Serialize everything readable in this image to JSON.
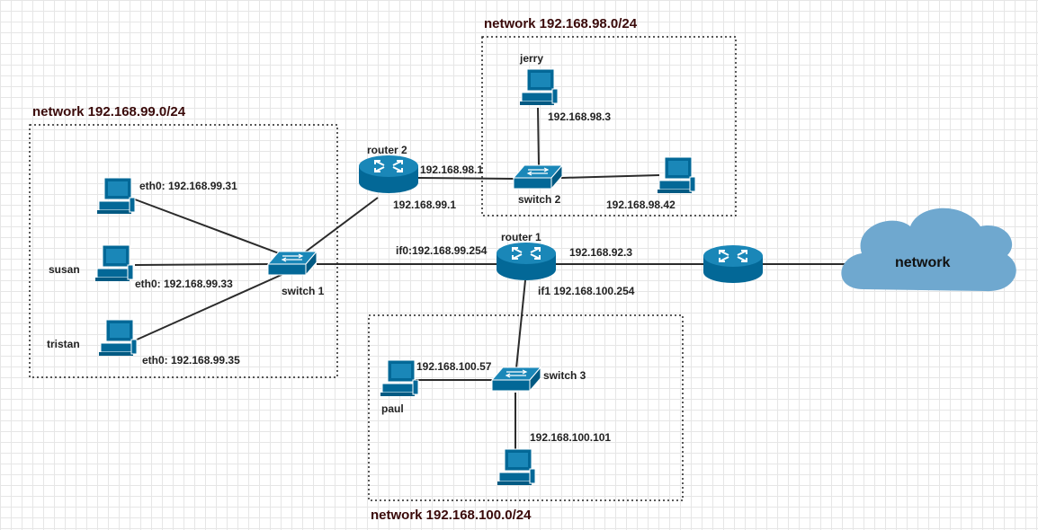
{
  "networks": {
    "net99": "network 192.168.99.0/24",
    "net98": "network 192.168.98.0/24",
    "net100": "network 192.168.100.0/24"
  },
  "devices": {
    "router1": "router 1",
    "router2": "router 2",
    "switch1": "switch 1",
    "switch2": "switch 2",
    "switch3": "switch 3",
    "jerry": "jerry",
    "susan": "susan",
    "tristan": "tristan",
    "paul": "paul",
    "cloud": "network"
  },
  "addresses": {
    "pc1_eth0": "eth0: 192.168.99.31",
    "susan_eth0": "eth0: 192.168.99.33",
    "tristan_eth0": "eth0: 192.168.99.35",
    "router2_98": "192.168.98.1",
    "router2_99": "192.168.99.1",
    "jerry_ip": "192.168.98.3",
    "pc98_42": "192.168.98.42",
    "router1_if0": "if0:192.168.99.254",
    "router1_92": "192.168.92.3",
    "router1_if1": "if1 192.168.100.254",
    "paul_ip": "192.168.100.57",
    "pc100_101": "192.168.100.101"
  },
  "colors": {
    "device": "#036897",
    "cloud": "#6fa8cf",
    "title": "#3a0a0a"
  }
}
